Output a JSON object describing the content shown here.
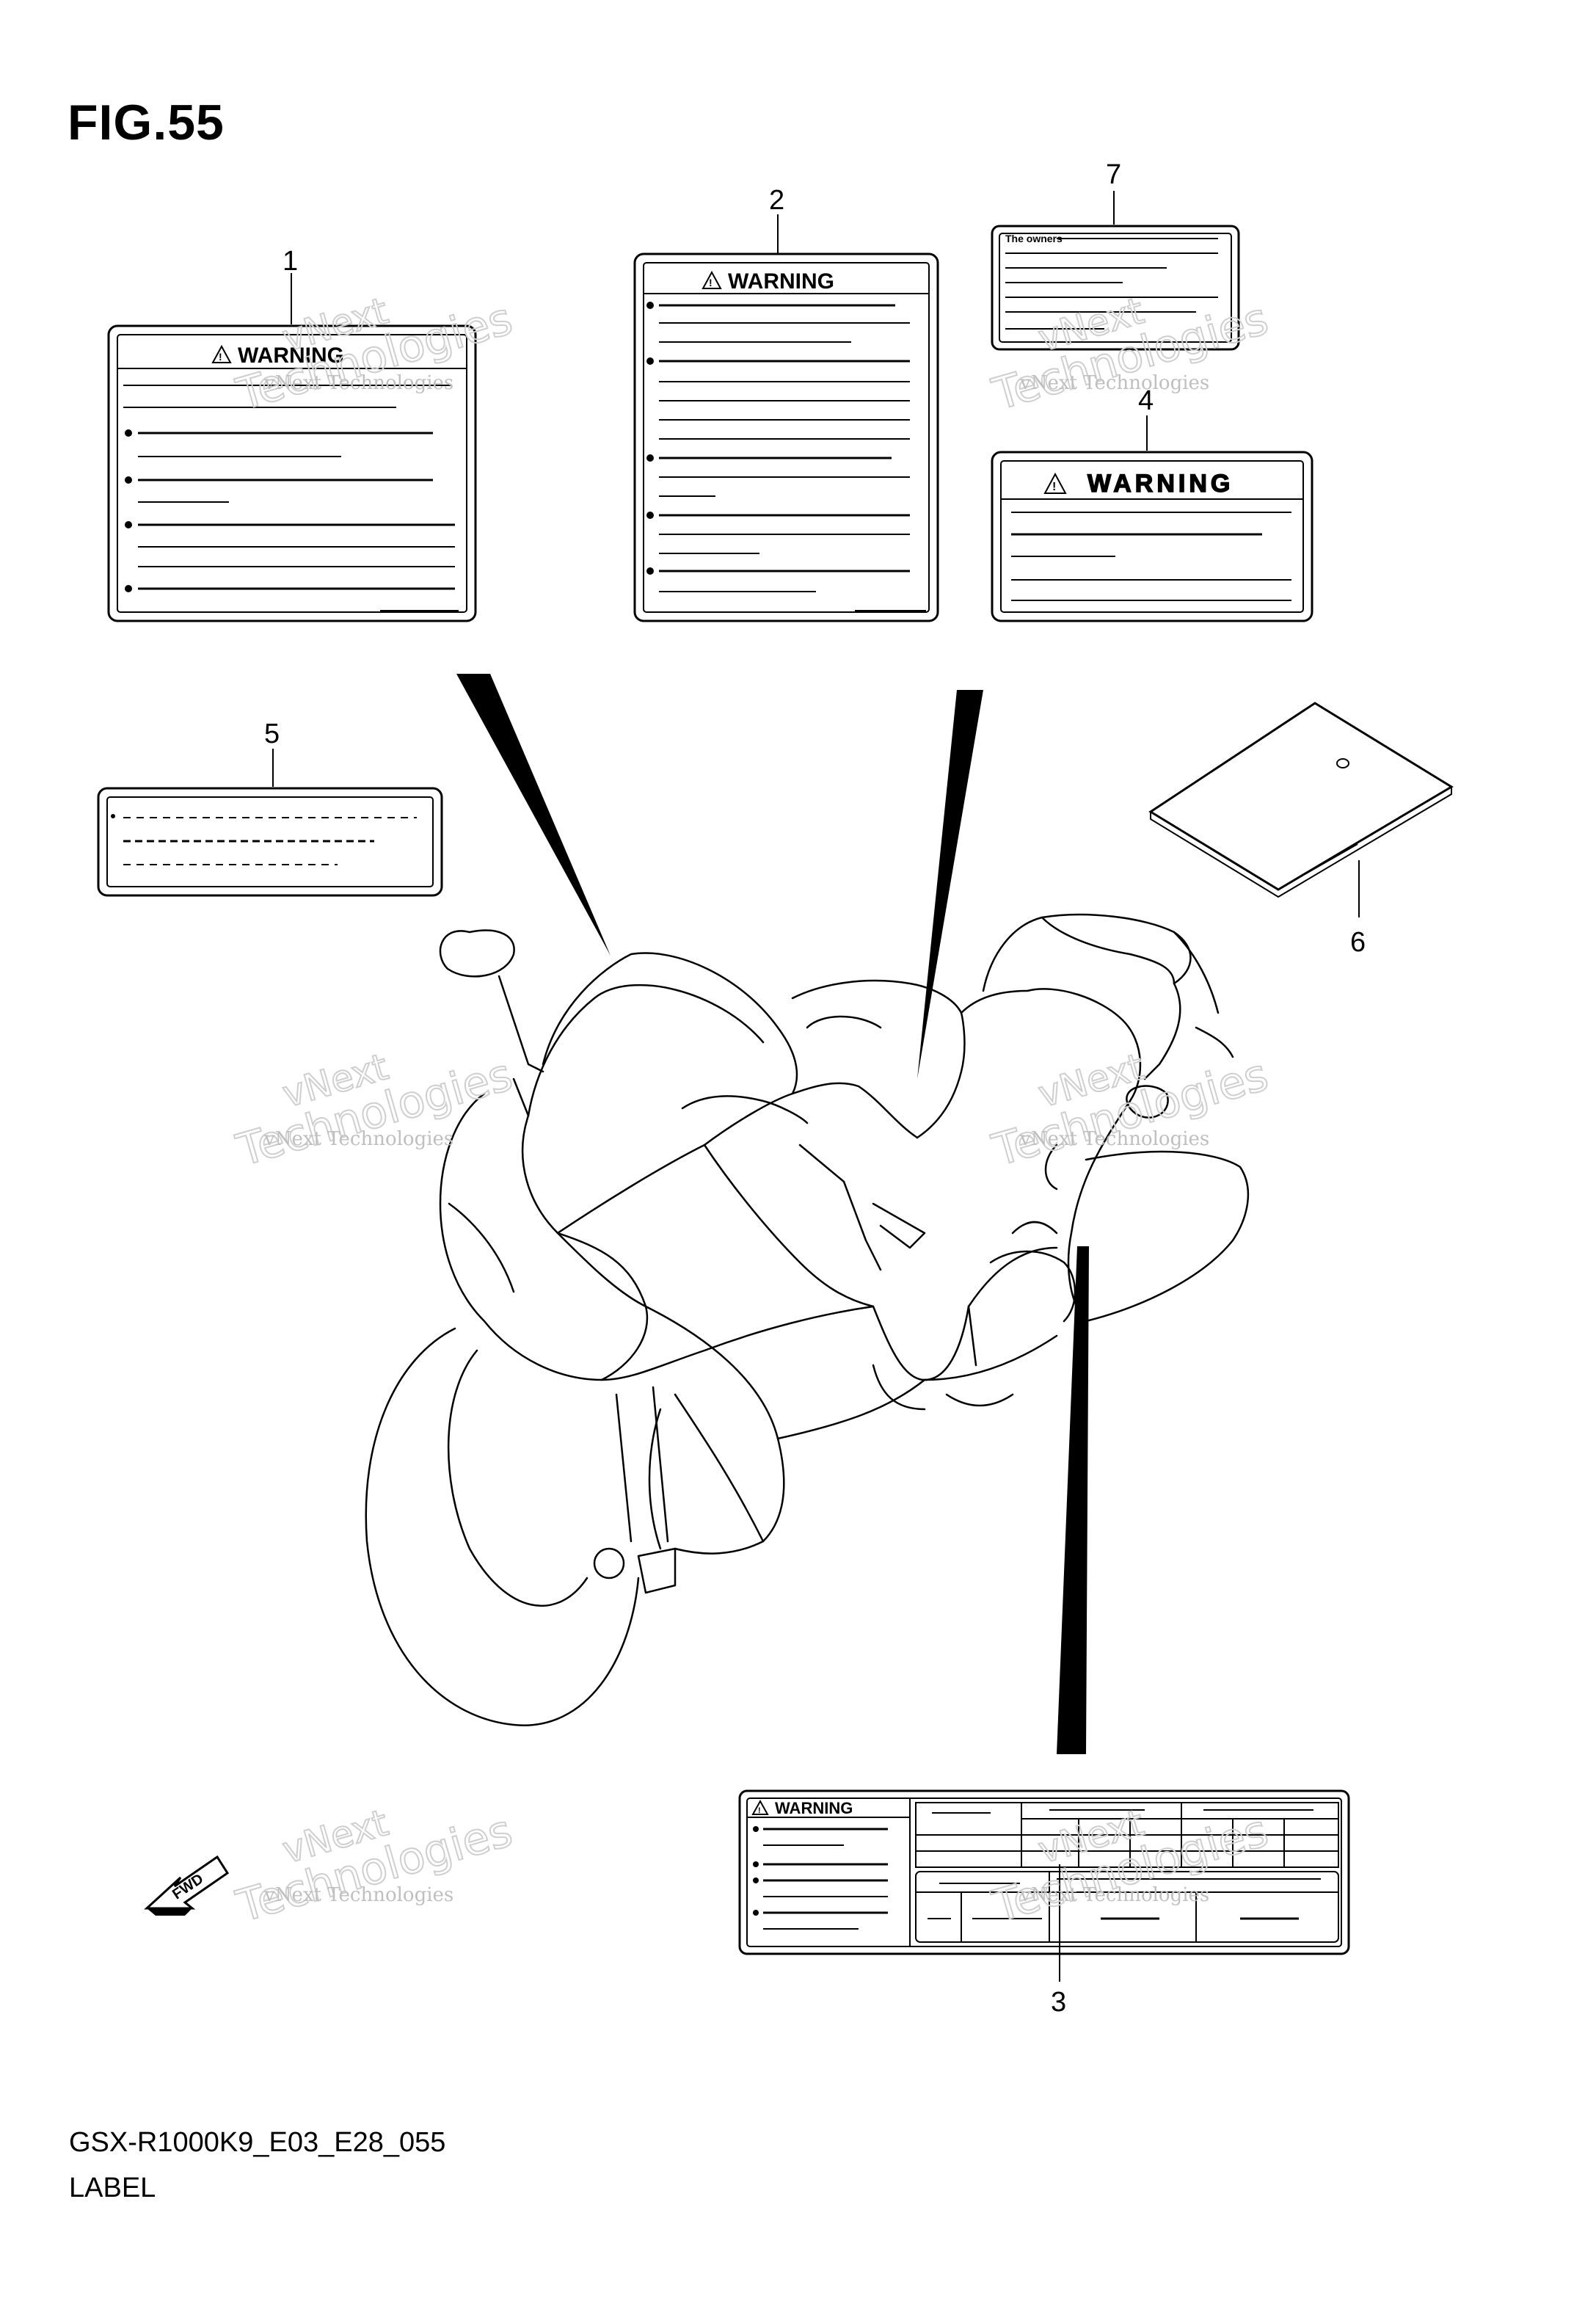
{
  "figure": {
    "title": "FIG.55",
    "code": "GSX-R1000K9_E03_E28_055",
    "name": "LABEL"
  },
  "callouts": [
    "1",
    "2",
    "3",
    "4",
    "5",
    "6",
    "7"
  ],
  "labels": {
    "warning": "WARNING",
    "owners_manual": "The owners",
    "fwd": "FWD"
  },
  "watermark": {
    "company": "vNext Technologies",
    "outline_top": "vNext",
    "outline_bottom": "Technologies"
  },
  "icons": [
    "warning-triangle-icon",
    "fwd-arrow-icon"
  ]
}
